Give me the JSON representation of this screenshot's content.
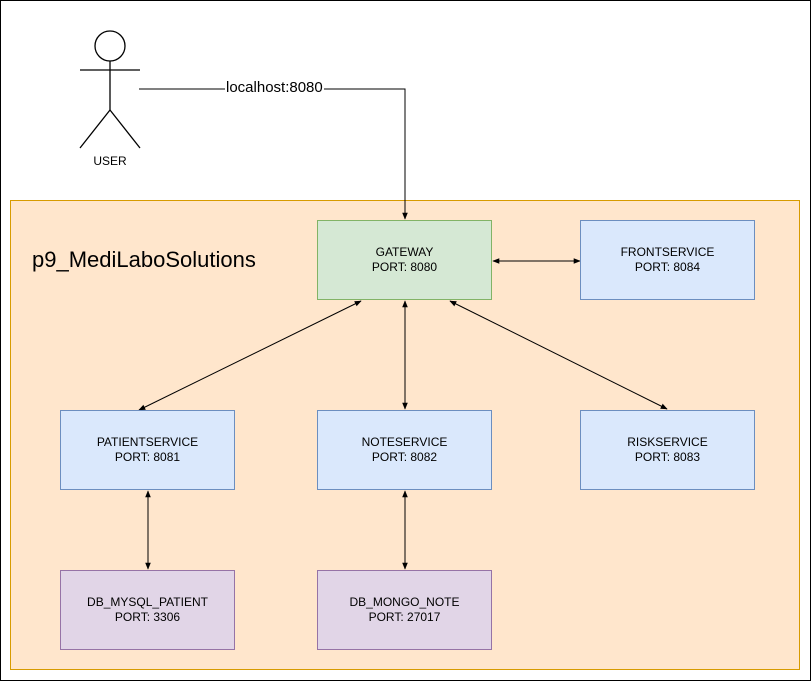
{
  "user": {
    "label": "USER"
  },
  "edge_user_gateway": {
    "label": "localhost:8080"
  },
  "container": {
    "title": "p9_MediLaboSolutions"
  },
  "nodes": {
    "gateway": {
      "name": "GATEWAY",
      "port": "PORT: 8080"
    },
    "frontservice": {
      "name": "FRONTSERVICE",
      "port": "PORT: 8084"
    },
    "patientservice": {
      "name": "PATIENTSERVICE",
      "port": "PORT: 8081"
    },
    "noteservice": {
      "name": "NOTESERVICE",
      "port": "PORT: 8082"
    },
    "riskservice": {
      "name": "RISKSERVICE",
      "port": "PORT: 8083"
    },
    "db_mysql_patient": {
      "name": "DB_MYSQL_PATIENT",
      "port": "PORT: 3306"
    },
    "db_mongo_note": {
      "name": "DB_MONGO_NOTE",
      "port": "PORT: 27017"
    }
  },
  "colors": {
    "gateway_fill": "#d5e8d4",
    "service_fill": "#dae8fc",
    "database_fill": "#e1d5e7",
    "container_fill": "#ffe6cc"
  }
}
